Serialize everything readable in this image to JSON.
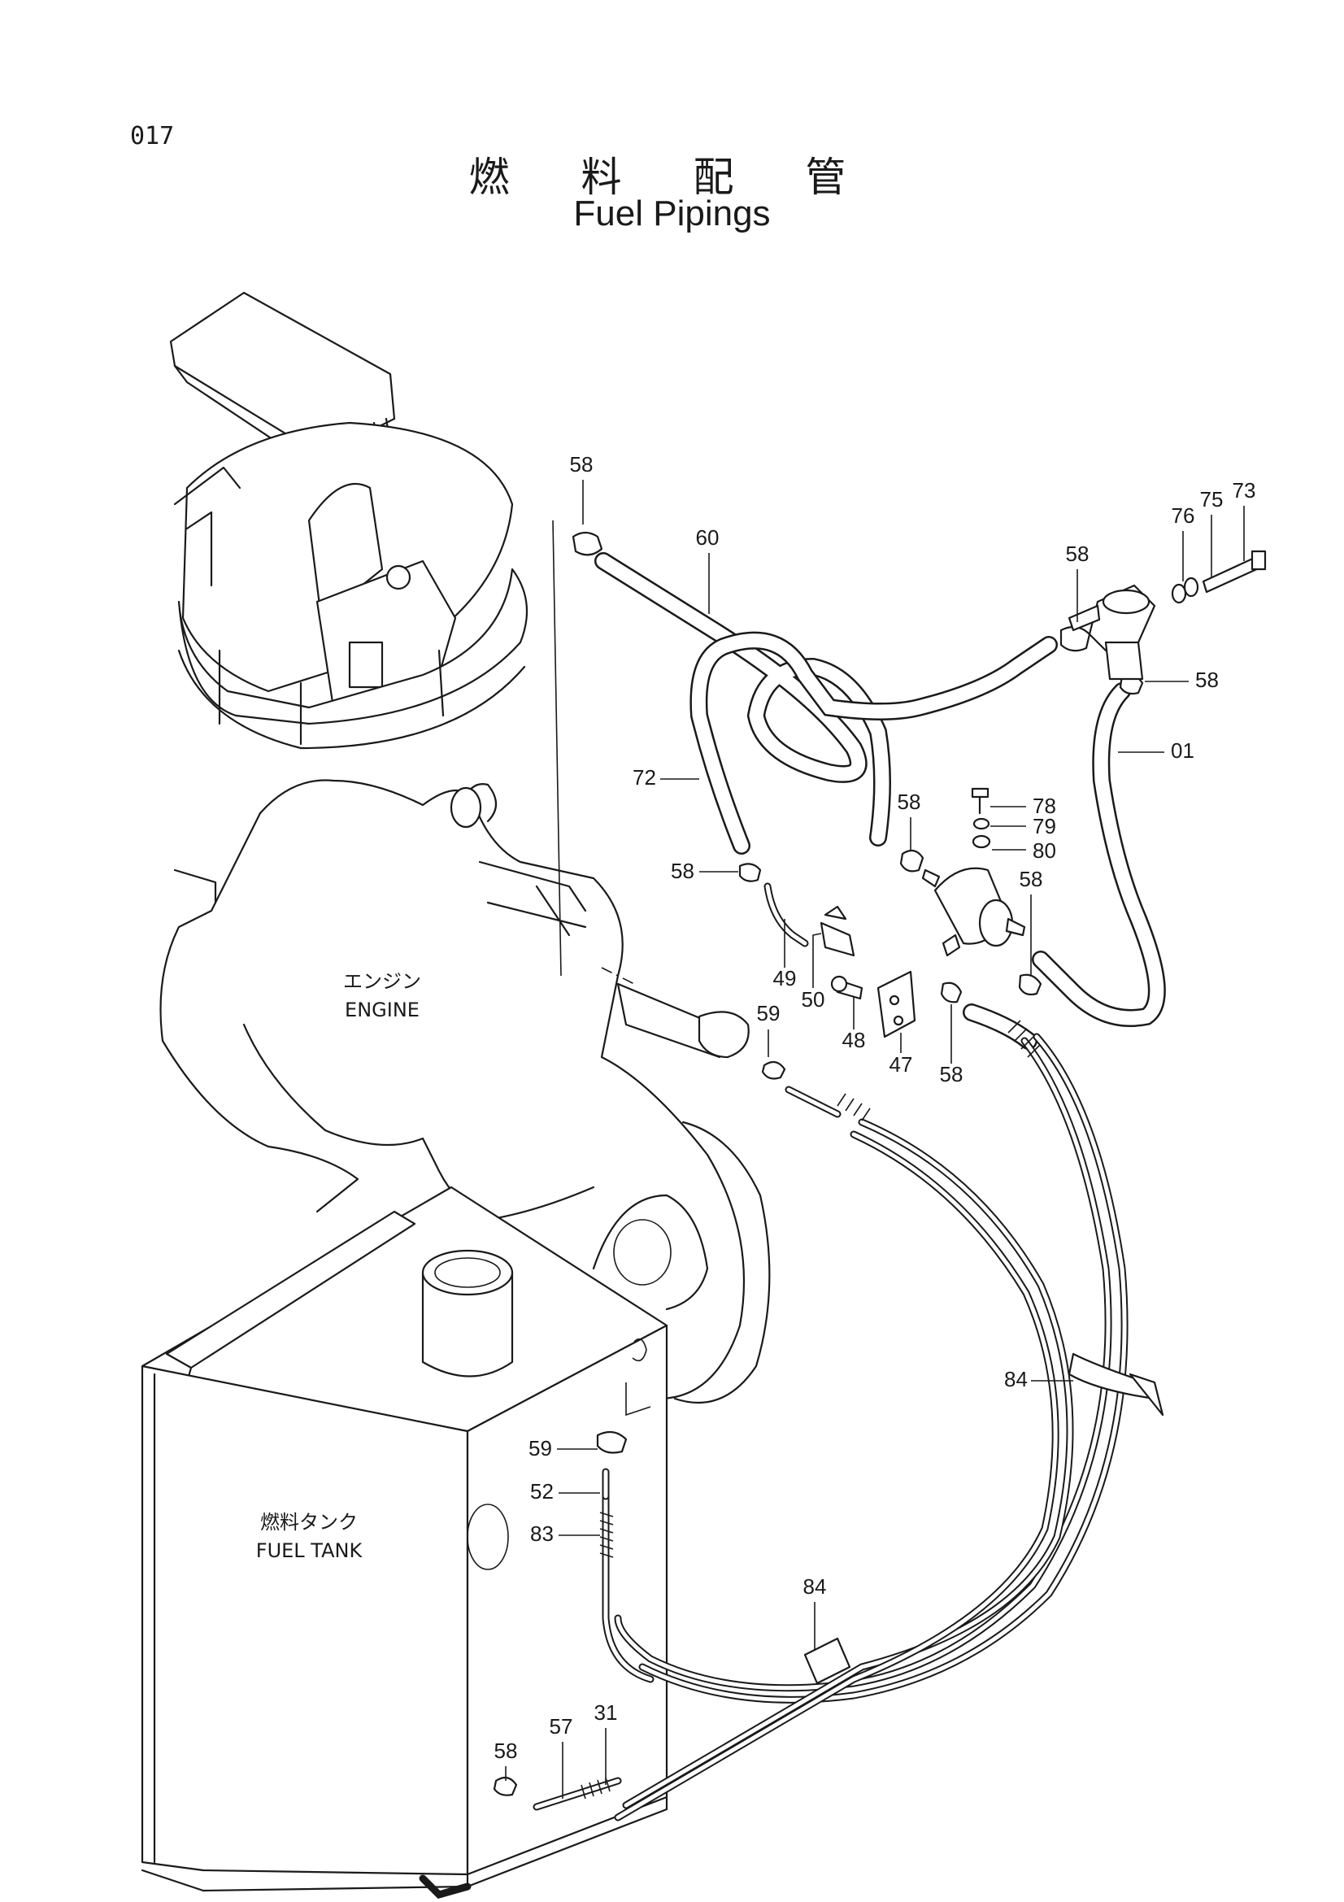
{
  "header": {
    "page_number": "017",
    "title_jp": "燃 料 配 管",
    "title_en": "Fuel Pipings"
  },
  "captions": {
    "engine_jp": "エンジン",
    "engine_en": "ENGINE",
    "tank_jp": "燃料タンク",
    "tank_en": "FUEL TANK"
  },
  "part_labels": [
    {
      "id": "58"
    },
    {
      "id": "60"
    },
    {
      "id": "58"
    },
    {
      "id": "76"
    },
    {
      "id": "75"
    },
    {
      "id": "73"
    },
    {
      "id": "58"
    },
    {
      "id": "01"
    },
    {
      "id": "72"
    },
    {
      "id": "58"
    },
    {
      "id": "78"
    },
    {
      "id": "79"
    },
    {
      "id": "80"
    },
    {
      "id": "58"
    },
    {
      "id": "58"
    },
    {
      "id": "49"
    },
    {
      "id": "50"
    },
    {
      "id": "48"
    },
    {
      "id": "47"
    },
    {
      "id": "58"
    },
    {
      "id": "59"
    },
    {
      "id": "84"
    },
    {
      "id": "59"
    },
    {
      "id": "52"
    },
    {
      "id": "83"
    },
    {
      "id": "84"
    },
    {
      "id": "58"
    },
    {
      "id": "57"
    },
    {
      "id": "31"
    }
  ]
}
